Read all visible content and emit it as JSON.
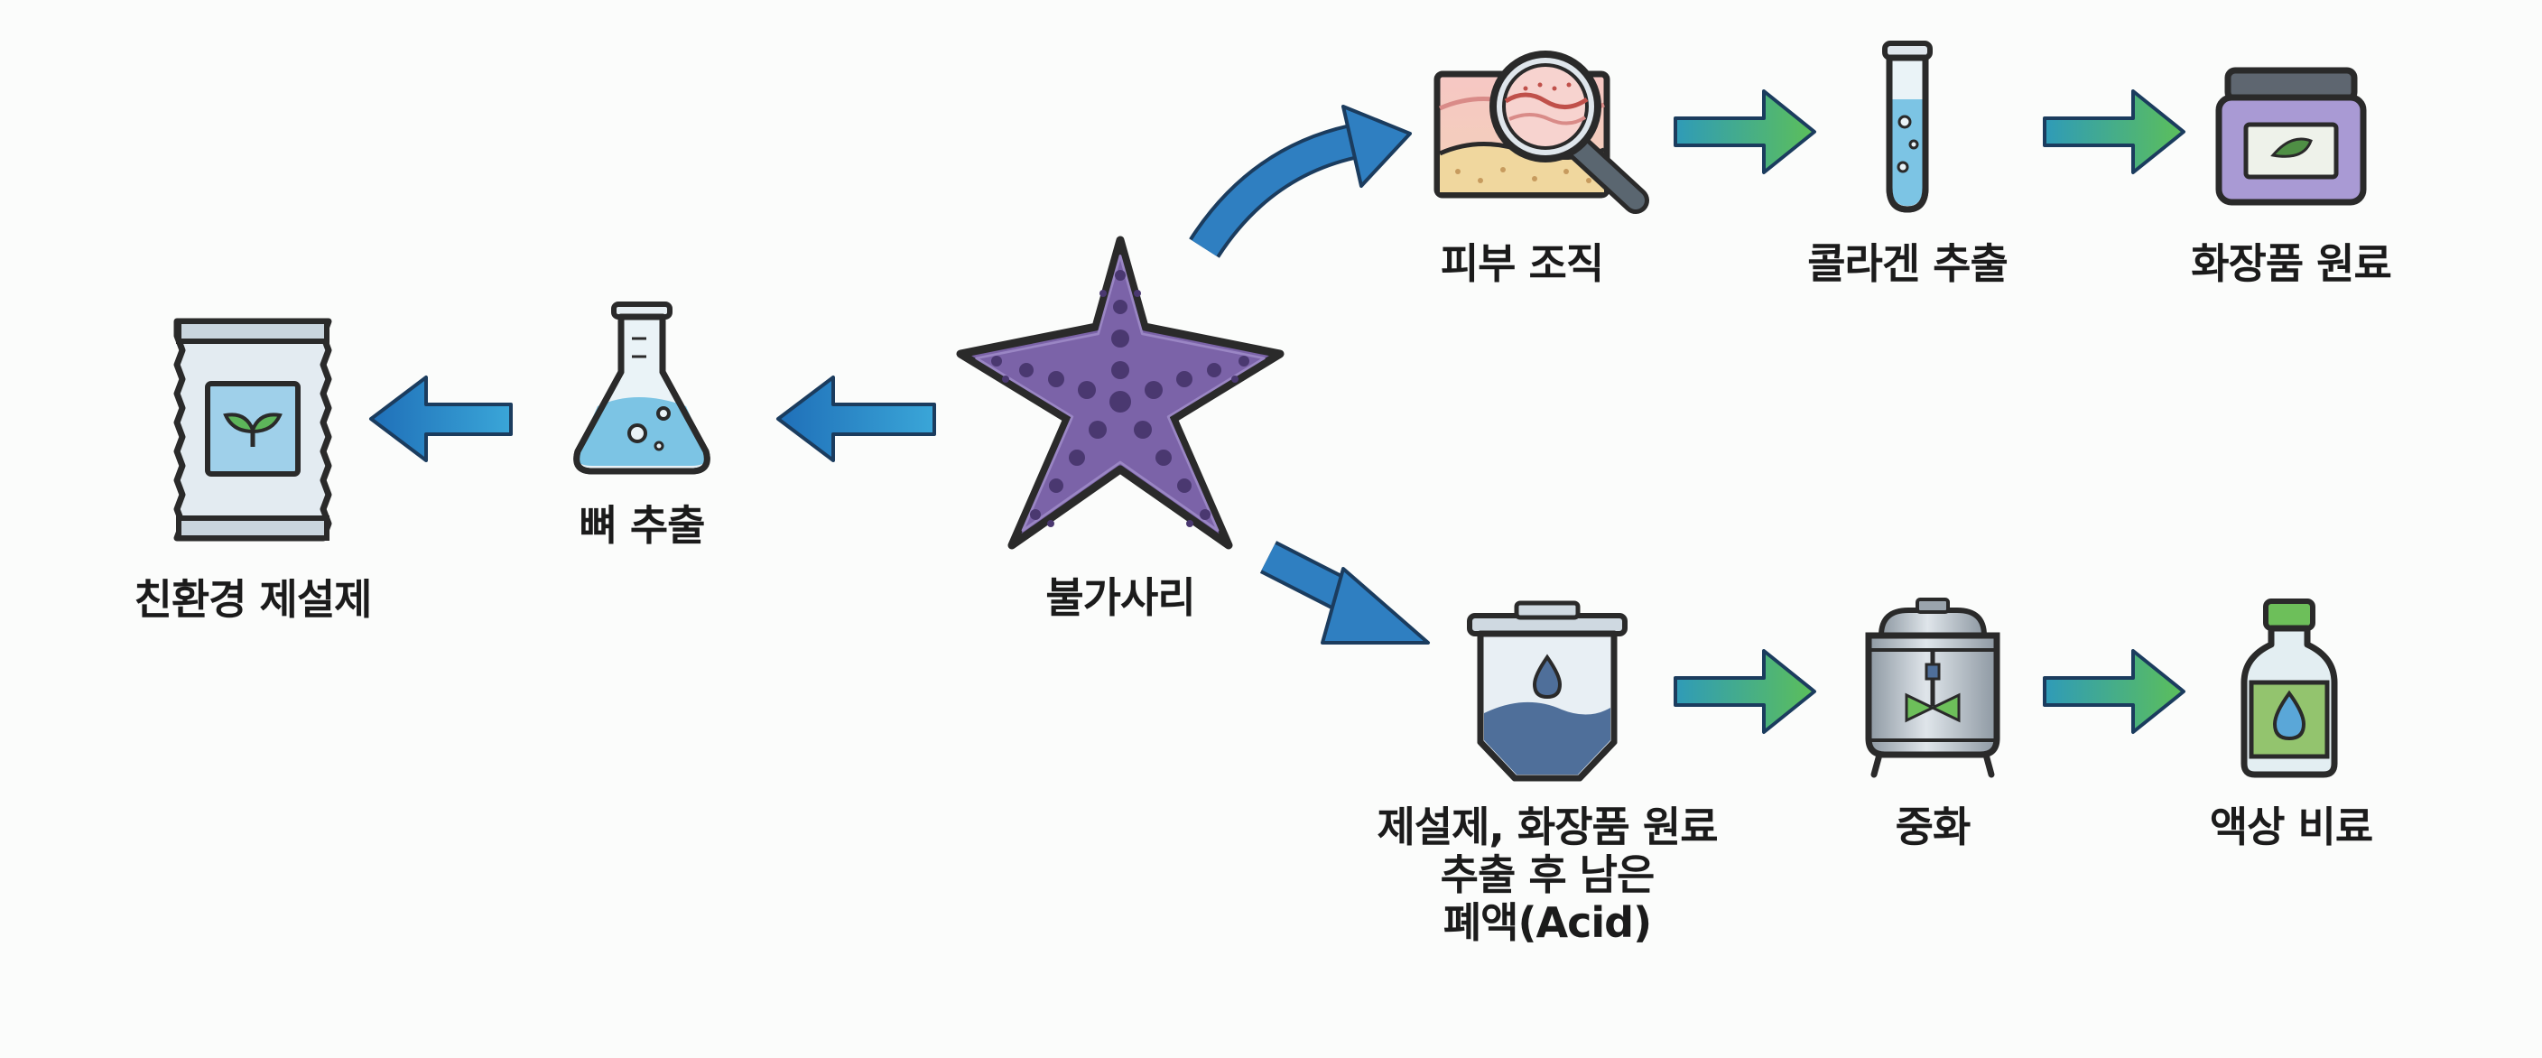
{
  "diagram": {
    "center": {
      "label": "불가사리",
      "icon": "starfish-icon"
    },
    "left_branch": [
      {
        "label": "뼈 추출",
        "icon": "flask-icon"
      },
      {
        "label": "친환경 제설제",
        "icon": "deicer-bag-icon"
      }
    ],
    "upper_branch": [
      {
        "label": "피부 조직",
        "icon": "skin-magnifier-icon"
      },
      {
        "label": "콜라겐 추출",
        "icon": "test-tube-icon"
      },
      {
        "label": "화장품 원료",
        "icon": "cosmetic-jar-icon"
      }
    ],
    "lower_branch": [
      {
        "label_lines": [
          "제설제, 화장품 원료",
          "추출 후 남은",
          "폐액(Acid)"
        ],
        "icon": "waste-tank-icon"
      },
      {
        "label": "중화",
        "icon": "neutralization-tank-icon"
      },
      {
        "label": "액상 비료",
        "icon": "fertilizer-bottle-icon"
      }
    ]
  },
  "colors": {
    "starfish": "#7b63a8",
    "blue_arrow": "#2f7fc1",
    "green_arrow": "#4caf6a",
    "outline": "#2a2a2a"
  }
}
